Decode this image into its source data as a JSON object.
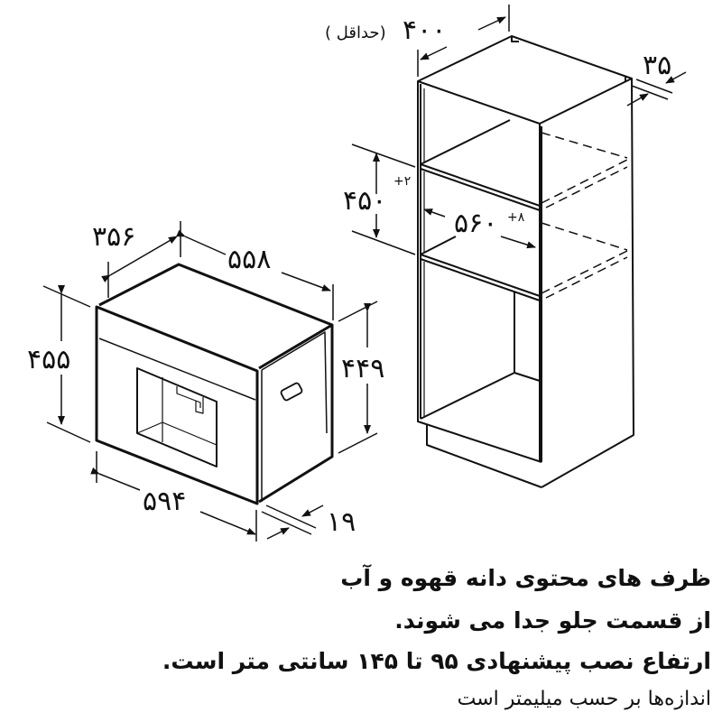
{
  "appliance": {
    "depth_label": "۳۵۶",
    "width_top_label": "۵۵۸",
    "height_label": "۴۵۵",
    "inner_height_label": "۴۴۹",
    "front_width_label": "۵۹۴",
    "front_depth_label": "۱۹"
  },
  "cabinet": {
    "depth_label": "۴۰۰",
    "depth_note": "( حداقل)",
    "back_gap_label": "۳۵",
    "niche_height_label": "۴۵۰",
    "niche_height_tolerance": "+۲",
    "niche_width_label": "۵۶۰",
    "niche_width_tolerance": "+۸"
  },
  "notes": {
    "line1": "ظرف های محتوی دانه قهوه و آب",
    "line2": "از  قسمت جلو جدا می شوند.",
    "line3": "ارتفاع نصب پیشنهادی ۹۵ تا ۱۴۵ سانتی متر است.",
    "units": "اندازه‌ها بر حسب میلیمتر است"
  }
}
